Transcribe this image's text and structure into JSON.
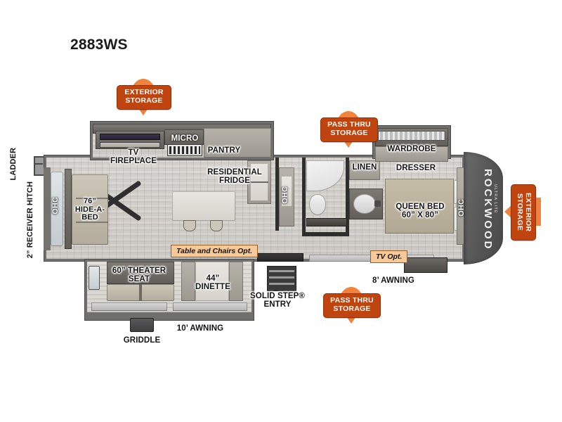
{
  "page": {
    "title": "2883WS",
    "background": "#ffffff",
    "accent_orange": "#F2833C",
    "accent_orange_dark": "#C0440F",
    "opt_tag_bg": "#F6C99A"
  },
  "brand": {
    "name": "ROCKWOOD",
    "subtitle": "ULTRA LITE"
  },
  "badges": [
    {
      "id": "exterior-storage-top",
      "text": "EXTERIOR\nSTORAGE",
      "orientation": "vertical-pin"
    },
    {
      "id": "pass-thru-storage-top",
      "text": "PASS THRU\nSTORAGE",
      "orientation": "vertical-pin"
    },
    {
      "id": "pass-thru-storage-bottom",
      "text": "PASS THRU\nSTORAGE",
      "orientation": "vertical-pin"
    },
    {
      "id": "exterior-storage-right",
      "text": "EXTERIOR\nSTORAGE",
      "orientation": "horizontal-pin"
    }
  ],
  "option_tags": [
    {
      "id": "table-and-chairs",
      "text": "Table and Chairs Opt."
    },
    {
      "id": "tv-opt",
      "text": "TV Opt."
    }
  ],
  "exterior_labels": [
    {
      "id": "ladder",
      "text": "LADDER"
    },
    {
      "id": "receiver-hitch",
      "text": "2” RECEIVER HITCH"
    },
    {
      "id": "griddle",
      "text": "GRIDDLE"
    },
    {
      "id": "awning-10",
      "text": "10’ AWNING"
    },
    {
      "id": "awning-8",
      "text": "8’ AWNING"
    },
    {
      "id": "solid-step-entry",
      "text": "SOLID STEP®\nENTRY"
    }
  ],
  "interior_labels": [
    {
      "id": "ohc-rear",
      "text": "OHC"
    },
    {
      "id": "hide-a-bed",
      "text": "76”\nHIDE-A-\nBED"
    },
    {
      "id": "tv-fireplace",
      "text": "TV\nFIREPLACE"
    },
    {
      "id": "micro",
      "text": "MICRO"
    },
    {
      "id": "pantry",
      "text": "PANTRY"
    },
    {
      "id": "residential-fridge",
      "text": "RESIDENTIAL\nFRIDGE"
    },
    {
      "id": "ohc-hall",
      "text": "OHC"
    },
    {
      "id": "linen",
      "text": "LINEN"
    },
    {
      "id": "wardrobe",
      "text": "WARDROBE"
    },
    {
      "id": "dresser",
      "text": "DRESSER"
    },
    {
      "id": "queen-bed",
      "text": "QUEEN BED\n60” X 80”"
    },
    {
      "id": "ohc-bedroom",
      "text": "OHC"
    },
    {
      "id": "theater-seat",
      "text": "60” THEATER\nSEAT"
    },
    {
      "id": "dinette",
      "text": "44”\nDINETTE"
    }
  ]
}
